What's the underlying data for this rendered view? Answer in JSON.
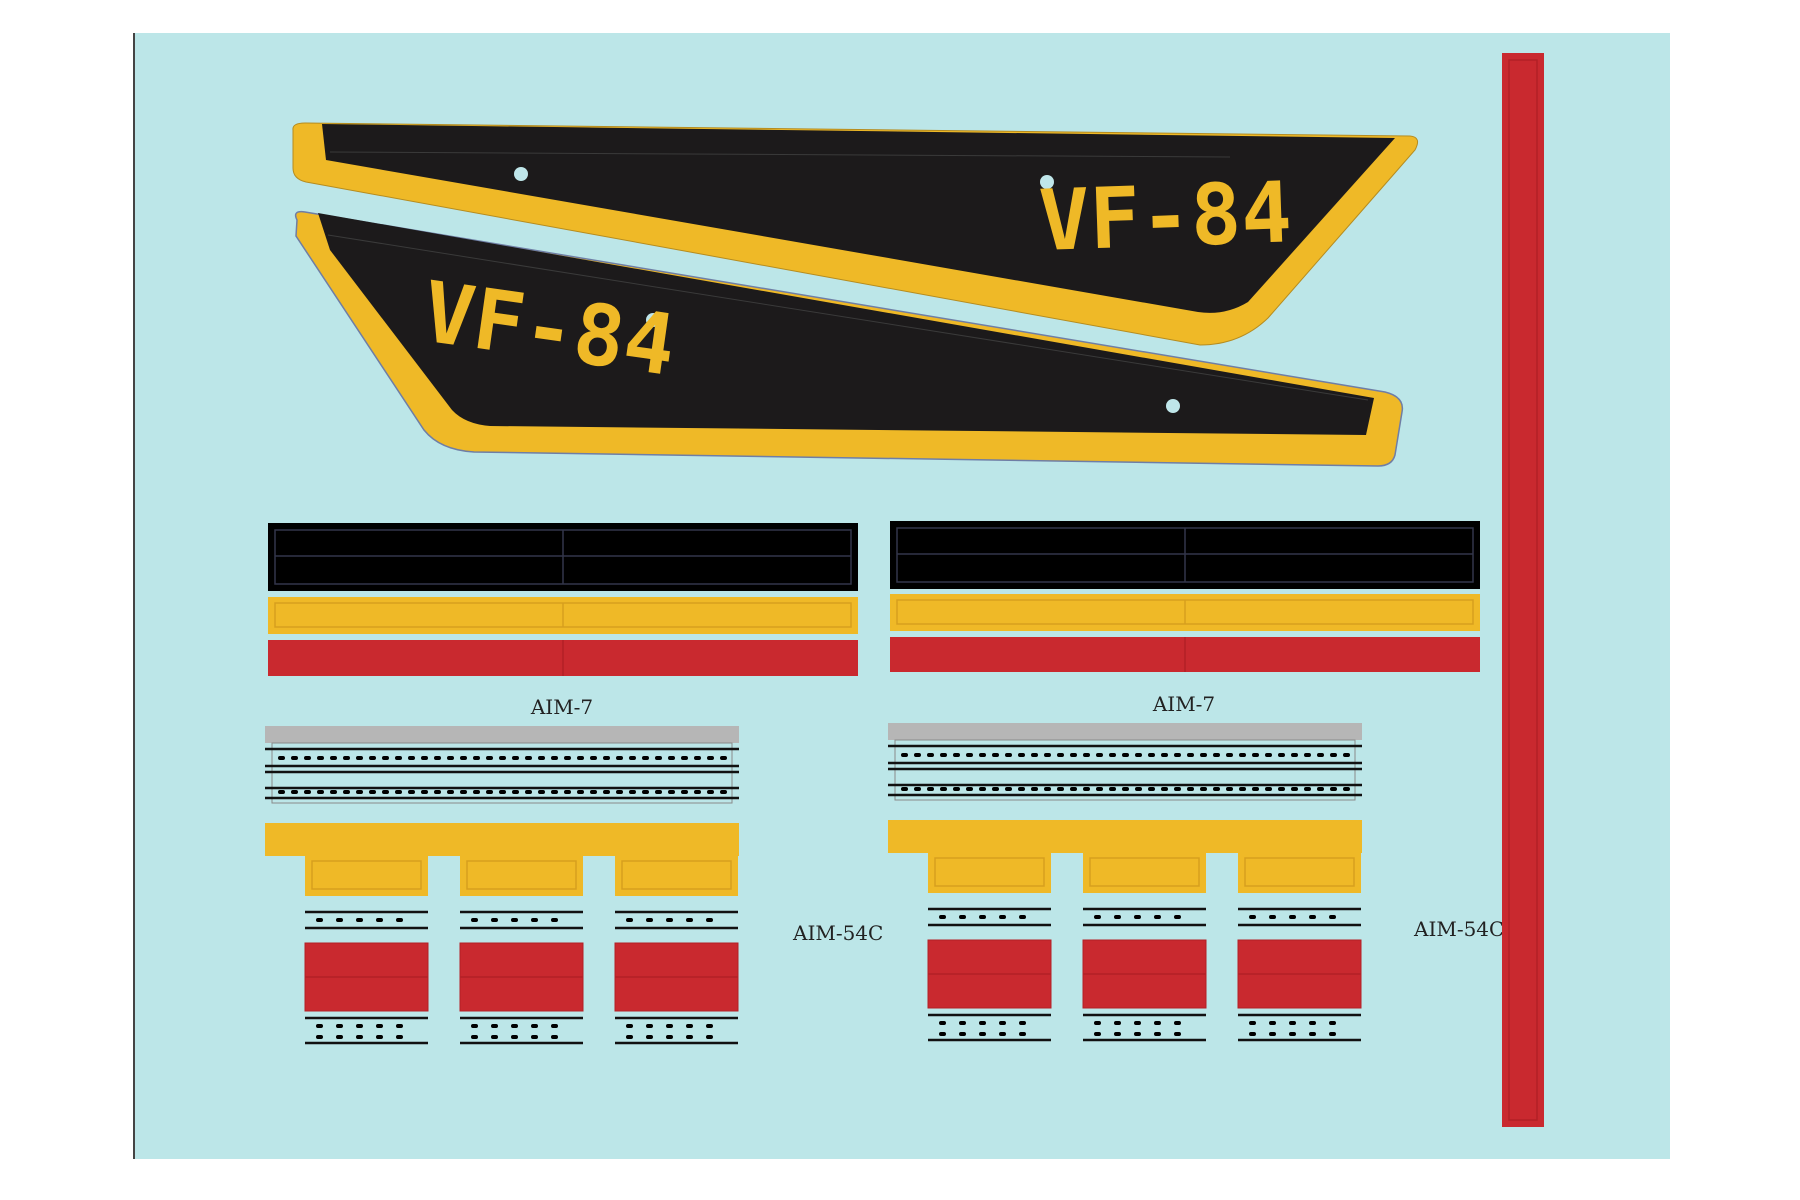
{
  "sheet": {
    "tail_code_top": "VF-84",
    "tail_code_bottom": "VF-84",
    "label_aim7_left": "AIM-7",
    "label_aim7_right": "AIM-7",
    "label_aim54_left": "AIM-54C",
    "label_aim54_right": "AIM-54C"
  },
  "colors": {
    "background": "#bce6e8",
    "black": "#1c1a1b",
    "yellow": "#efb927",
    "red": "#c9292f",
    "grey": "#b6b6b6",
    "dot": "#bfe6ea"
  }
}
